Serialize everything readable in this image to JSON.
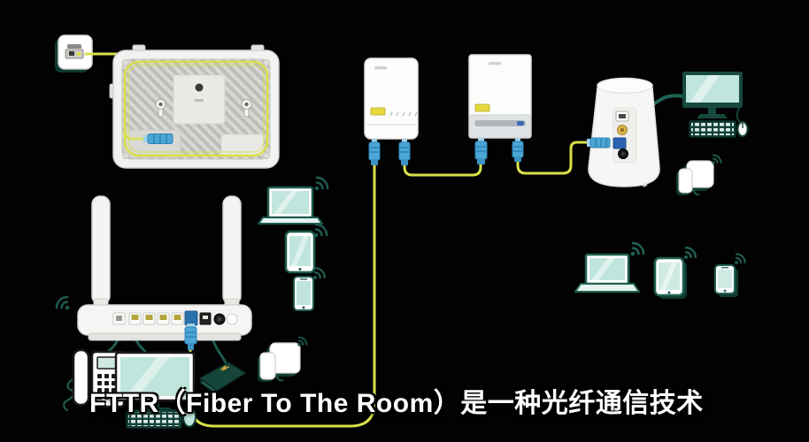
{
  "scene": {
    "subtitle": "FTTR（Fiber To The Room）是一种光纤通信技术",
    "background": "#020202"
  },
  "colors": {
    "fiber_yellow": "#d9e04a",
    "connector_blue": "#4ba6d6",
    "connector_blue_dark": "#2e84b4",
    "line_art_teal": "#1d5a4e",
    "screen_teal": "#bfe5dc",
    "device_white": "#f5f5f3",
    "ont_label_yellow": "#e5d93c",
    "subtitle_text": "#ffffff"
  },
  "icon_names": [
    "optical-wall-outlet-icon",
    "main-gateway-rear",
    "fiber-coil",
    "fiber-connector",
    "wifi-router-rear",
    "ont-unit-1",
    "ont-unit-2",
    "cylinder-router",
    "desktop-monitor-icon",
    "keyboard-icon",
    "mouse-icon",
    "laptop-icon",
    "tablet-icon",
    "smartphone-icon",
    "telephone-icon",
    "set-top-box-icon",
    "smart-plug-icon",
    "wifi-signal-icon"
  ],
  "connections": [
    {
      "from": "optical-wall-outlet",
      "to": "main-gateway-rear",
      "cable": "fiber-yellow"
    },
    {
      "from": "wifi-router-rear",
      "to": "ont-unit-1",
      "cable": "fiber-yellow"
    },
    {
      "from": "ont-unit-1",
      "to": "ont-unit-2",
      "cable": "fiber-yellow"
    },
    {
      "from": "ont-unit-2",
      "to": "cylinder-router",
      "cable": "fiber-yellow"
    },
    {
      "from": "cylinder-router",
      "to": "desktop-pc",
      "cable": "ethernet-teal"
    },
    {
      "from": "wifi-router-rear",
      "to": "telephone",
      "cable": "teal"
    },
    {
      "from": "wifi-router-rear",
      "to": "desktop-monitor",
      "cable": "teal"
    },
    {
      "from": "wifi-router-rear",
      "to": "set-top-box",
      "cable": "teal"
    }
  ]
}
